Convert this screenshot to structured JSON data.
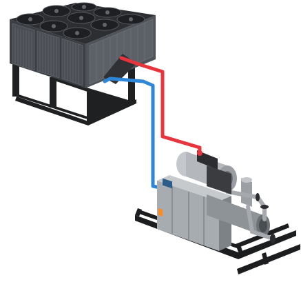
{
  "colors": {
    "background": "#ffffff",
    "supply_pipe": "#e8343c",
    "return_pipe": "#2e86d6",
    "condenser_body": "#3c3f44",
    "condenser_coil": "#5a5f66",
    "condenser_fan": "#2a2c30",
    "frame_steel": "#222325",
    "chiller_cabinet": "#9ea3a8",
    "compressor_metal": "#b8bcc0",
    "panel_accent": "#ff8a1f"
  },
  "components": {
    "condenser": "air-cooled-condenser",
    "chiller": "water-cooled-screw-chiller",
    "pipes": [
      "hot-gas-discharge-line",
      "liquid-return-line"
    ]
  }
}
